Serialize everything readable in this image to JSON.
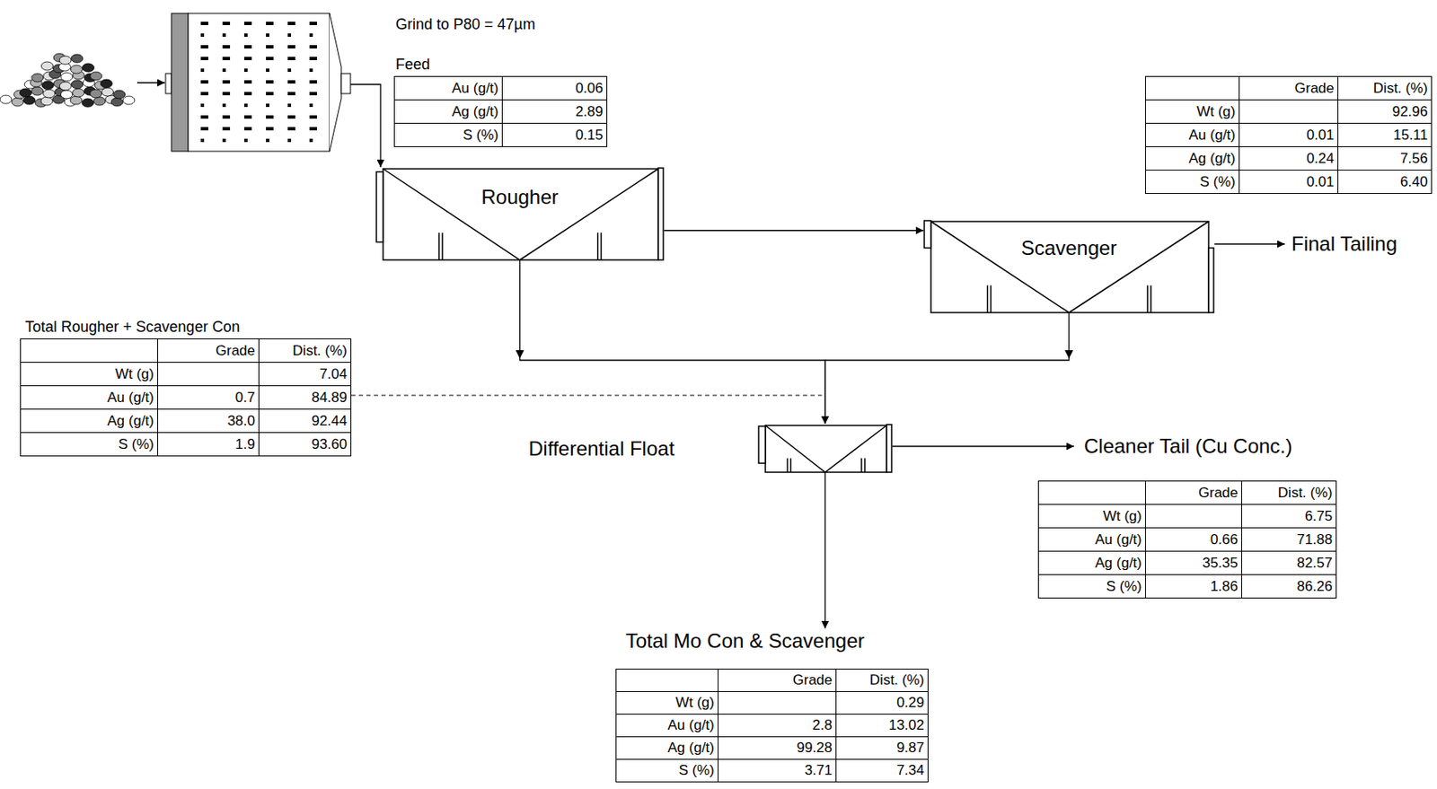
{
  "diagram": {
    "nodes": [
      {
        "text": [
          "Feed",
          "Au (g/t)",
          "0.06",
          "Ag (g/t)",
          "2.89",
          "S (%)",
          "0.15"
        ]
      },
      {
        "text": [
          "Grade",
          "Dist. (%)",
          "Wt (g)",
          "92.96",
          "Au (g/t)",
          "0.01",
          "15.11",
          "Ag (g/t)",
          "0.24",
          "7.56",
          "S (%)",
          "0.01",
          "6.40"
        ]
      },
      {
        "text": [
          "Rougher"
        ]
      },
      {
        "text": [
          "Scavenger"
        ]
      },
      {
        "text": [
          "Total Rougher + Scavenger Con",
          "Grade",
          "Dist. (%)",
          "Wt (g)",
          "7.04",
          "Au (g/t)",
          "0.7",
          "84.89",
          "Ag (g/t)",
          "38.0",
          "92.44",
          "S (%)",
          "1.9",
          "93.60"
        ]
      },
      {
        "text": [
          "Differential Float"
        ]
      },
      {
        "text": [
          "Grade",
          "Dist. (%)",
          "Wt (g)",
          "6.75",
          "Au (g/t)",
          "0.66",
          "71.88",
          "Ag (g/t)",
          "35.35",
          "82.57",
          "S (%)",
          "1.86",
          "86.26"
        ]
      },
      {
        "text": [
          "Total Mo Con & Scavenger",
          "Grade",
          "Dist. (%)",
          "Wt (g)",
          "0.29",
          "Au (g/t)",
          "2.8",
          "13.02",
          "Ag (g/t)",
          "99.28",
          "9.87",
          "S (%)",
          "3.71",
          "7.34"
        ]
      }
    ],
    "edges": [
      {
        "from": 2,
        "to": 3,
        "arrow": "to"
      },
      {
        "from": 2,
        "to": 5,
        "arrow": "to"
      },
      {
        "from": 3,
        "to": 5,
        "arrow": "to"
      },
      {
        "from": 5,
        "to": 7,
        "arrow": "to"
      }
    ],
    "labels": [
      "Grind to P80 = 47µm",
      "Final Tailing",
      "Cleaner Tail (Cu Conc.)"
    ]
  }
}
